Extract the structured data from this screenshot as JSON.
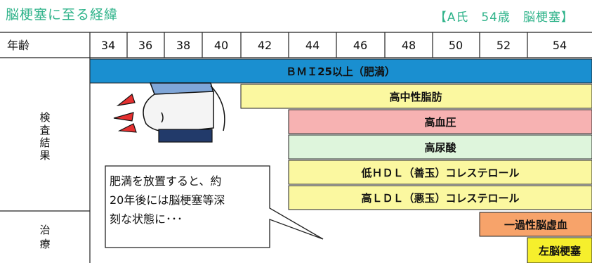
{
  "title": "脳梗塞に至る経緯",
  "subtitle": "【A氏　54歳　脳梗塞】",
  "header": {
    "age_label": "年齢",
    "ages": [
      "34",
      "36",
      "38",
      "40",
      "42",
      "44",
      "46",
      "48",
      "50",
      "52",
      "54"
    ]
  },
  "sections": {
    "tests": "検査結果",
    "treatment": "治療"
  },
  "bars": [
    {
      "label": "ＢＭＩ25以上（肥満）",
      "color": "#1a8fd0"
    },
    {
      "label": "高中性脂肪",
      "color": "#fbf8a0"
    },
    {
      "label": "高血圧",
      "color": "#f7b2b2"
    },
    {
      "label": "高尿酸",
      "color": "#def5dc"
    },
    {
      "label": "低ＨＤＬ（善玉）コレステロール",
      "color": "#fbf8a0"
    },
    {
      "label": "高ＬＤＬ（悪玉）コレステロール",
      "color": "#fbf8a0"
    },
    {
      "label": "一過性脳虚血",
      "color": "#f7a36a"
    },
    {
      "label": "左脳梗塞",
      "color": "#f6ef2c"
    }
  ],
  "callout": {
    "lines": [
      "肥満を放置すると、約",
      "20年後には脳梗塞等深",
      "刻な状態に･･･"
    ]
  },
  "colors": {
    "accent": "#2fb38a",
    "grid": "#222222"
  }
}
